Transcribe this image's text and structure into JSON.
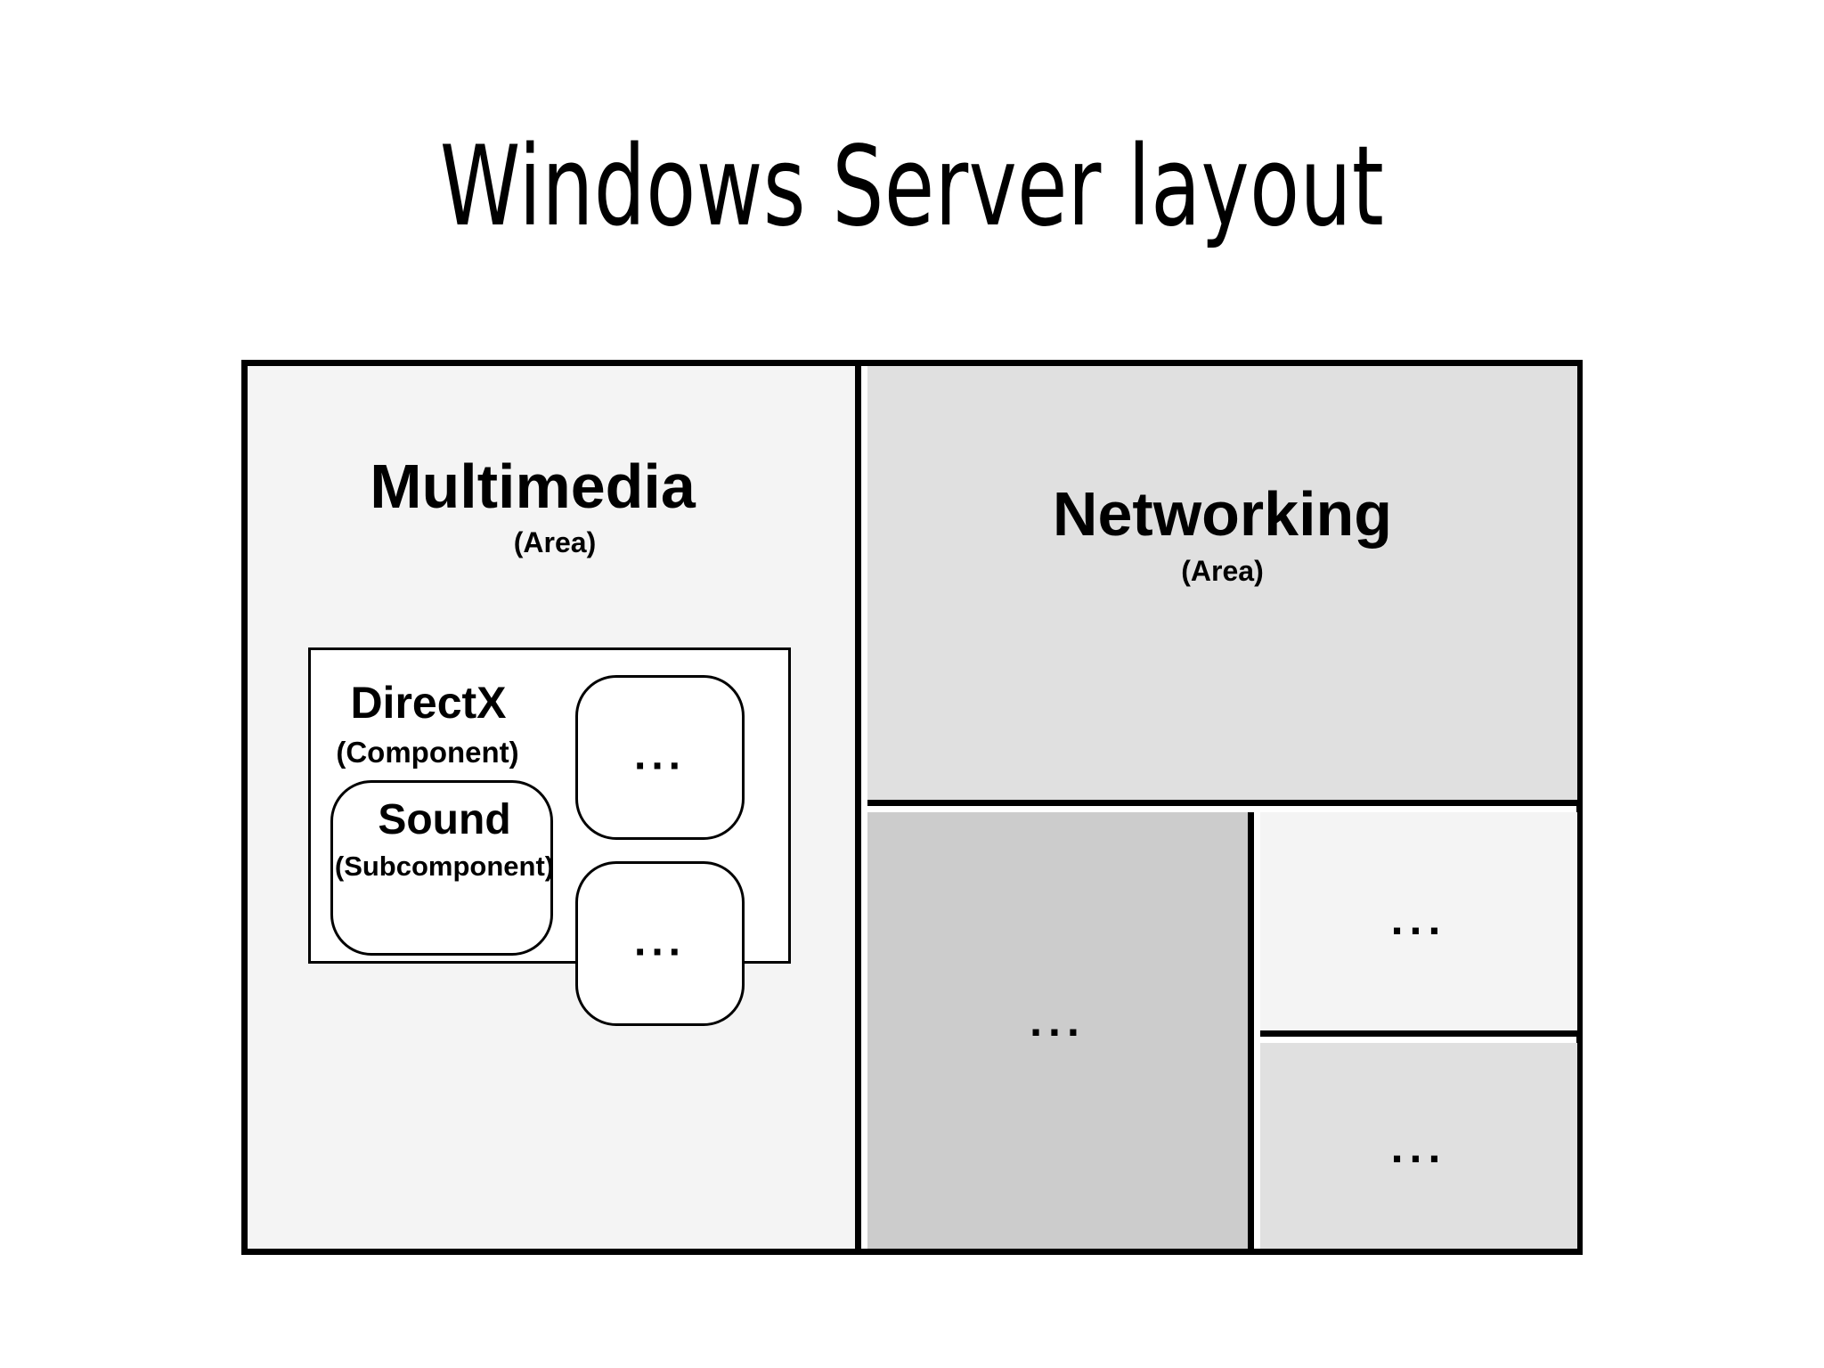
{
  "slide": {
    "title": "Windows Server layout"
  },
  "diagram": {
    "areas": [
      {
        "name": "Multimedia",
        "kind": "(Area)",
        "fill": "#f4f4f4",
        "component": {
          "name": "DirectX",
          "kind": "(Component)",
          "fill": "#ffffff",
          "subcomponent": {
            "name": "Sound",
            "kind": "(Subcomponent)",
            "fill": "#ffffff"
          },
          "placeholders": [
            {
              "label": "..."
            },
            {
              "label": "..."
            }
          ]
        }
      },
      {
        "name": "Networking",
        "kind": "(Area)",
        "fill": "#e0e0e0",
        "placeholders": [
          {
            "label": "...",
            "fill": "#cccccc"
          },
          {
            "label": "...",
            "fill": "#f4f4f4"
          },
          {
            "label": "...",
            "fill": "#e0e0e0"
          }
        ]
      }
    ]
  },
  "colors": {
    "outline": "#000000",
    "background": "#ffffff",
    "fill_lightest": "#f4f4f4",
    "fill_light": "#e0e0e0",
    "fill_medium": "#cccccc"
  }
}
